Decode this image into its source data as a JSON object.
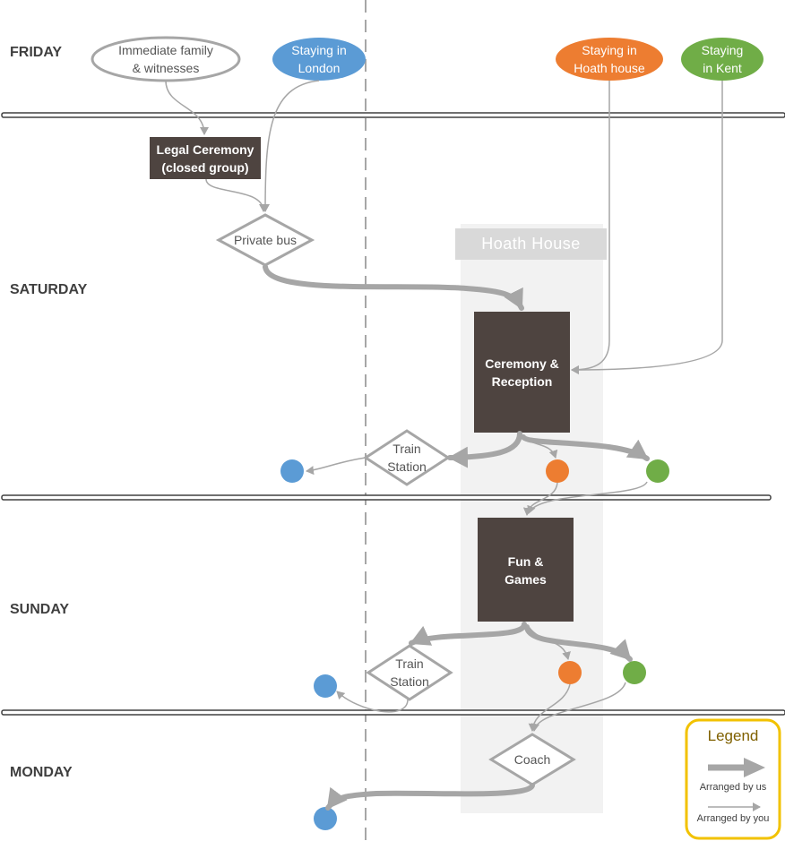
{
  "days": {
    "friday": "FRIDAY",
    "saturday": "SATURDAY",
    "sunday": "SUNDAY",
    "monday": "MONDAY"
  },
  "nodes": {
    "immediate_family": [
      "Immediate family",
      "& witnesses"
    ],
    "staying_london": [
      "Staying in",
      "London"
    ],
    "staying_hoath": [
      "Staying in",
      "Hoath house"
    ],
    "staying_kent": [
      "Staying",
      "in Kent"
    ],
    "legal_ceremony": [
      "Legal Ceremony",
      "(closed group)"
    ],
    "private_bus": "Private bus",
    "hoath_house": "Hoath House",
    "ceremony_reception": [
      "Ceremony &",
      "Reception"
    ],
    "train_station_sat": [
      "Train",
      "Station"
    ],
    "fun_games": [
      "Fun &",
      "Games"
    ],
    "train_station_sun": [
      "Train",
      "Station"
    ],
    "coach": "Coach"
  },
  "legend": {
    "title": "Legend",
    "arranged_by_us": "Arranged by us",
    "arranged_by_you": "Arranged by you"
  },
  "colors": {
    "london": "#5b9bd5",
    "hoath": "#ed7d31",
    "kent": "#70ad47",
    "dark_box": "#4e4440",
    "arrow": "#a6a6a6",
    "legend_border": "#f2c200",
    "hoath_band": "#f2f2f2"
  }
}
